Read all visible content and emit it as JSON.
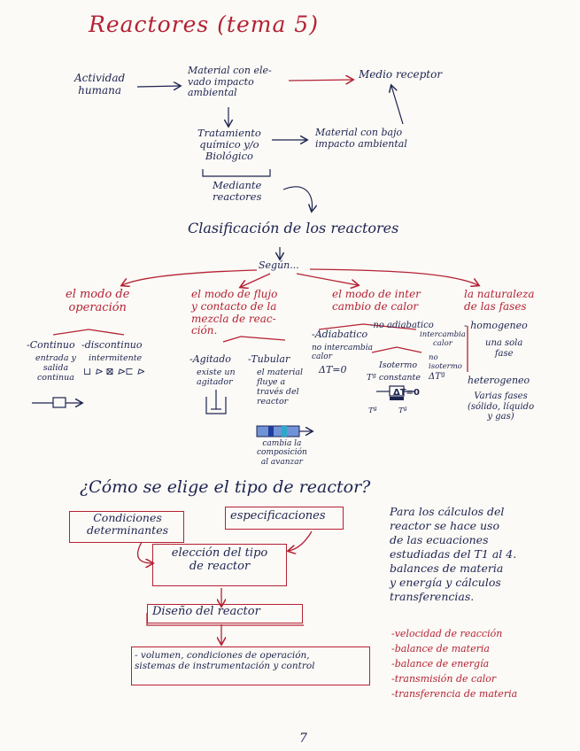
{
  "title": "Reactores (tema 5)",
  "flow": {
    "actividad": "Actividad\nhumana",
    "material_alto": "Material con ele-\nvado impacto\nambiental",
    "medio_receptor": "Medio receptor",
    "tratamiento": "Tratamiento\nquímico y/o\nBiológico",
    "material_bajo": "Material con bajo\nimpacto ambiental",
    "mediante": "Mediante\nreactores"
  },
  "clasificacion": {
    "heading": "Clasificación de los reactores",
    "segun": "Según...",
    "categories": [
      "el modo de\noperación",
      "el modo de flujo\ny contacto de la\nmezcla de reac-\nción.",
      "el modo de inter\ncambio de calor",
      "la naturaleza\nde las fases"
    ],
    "operacion": {
      "continuo": "-Continuo",
      "continuo_desc": "entrada y\nsalida\ncontinua",
      "discontinuo": "-discontinuo",
      "discontinuo_desc": "intermitente"
    },
    "flujo": {
      "agitado": "-Agitado",
      "agitado_desc": "existe un\nagitador",
      "tubular": "-Tubular",
      "tubular_desc": "el material\nfluye a\ntravés del\nreactor",
      "tubular_note": "cambia la\ncomposición\nal avanzar"
    },
    "calor": {
      "adiabatico": "-Adiabatico",
      "adiabatico_desc": "no intercambia\ncalor",
      "adiabatico_eq": "ΔT=0",
      "no_adiabatico": "-no adiabatico",
      "no_adiabatico_desc": "intercambia\ncalor",
      "isotermo": "Isotermo",
      "isotermo_desc": "Tª constante",
      "isotermo_eq": "ΔT=0",
      "no_isotermo": "no\nisotermo",
      "no_isotermo_eq": "ΔTª",
      "t_label": "Tª"
    },
    "fases": {
      "homogeneo": "- homogeneo",
      "homogeneo_desc": "una sola\nfase",
      "heterogeneo": "heterogeneo",
      "heterogeneo_desc": "Varias fases\n(sólido, líquido\ny gas)"
    }
  },
  "eleccion": {
    "question": "¿Cómo se elige el tipo de reactor?",
    "condiciones": "Condiciones\ndeterminantes",
    "especificaciones": "especificaciones",
    "eleccion_tipo": "elección del tipo\nde reactor",
    "diseno": "Diseño del reactor",
    "volumen": "- volumen, condiciones de operación,\nsistemas de instrumentación y control",
    "calculos": "Para los cálculos del\nreactor se hace uso\nde las ecuaciones\nestudiadas del T1 al 4.\nbalances de materia\ny energía y cálculos\ntransferencias.",
    "lista": [
      "-velocidad de reacción",
      "-balance de materia",
      "-balance de energía",
      "-transmisión de calor",
      "-transferencia de materia"
    ]
  },
  "page_number": "7",
  "colors": {
    "ink_red": "#b42234",
    "ink_dark": "#1d2350",
    "ink_blue": "#1f3d9c",
    "paper": "#fbfaf6"
  }
}
